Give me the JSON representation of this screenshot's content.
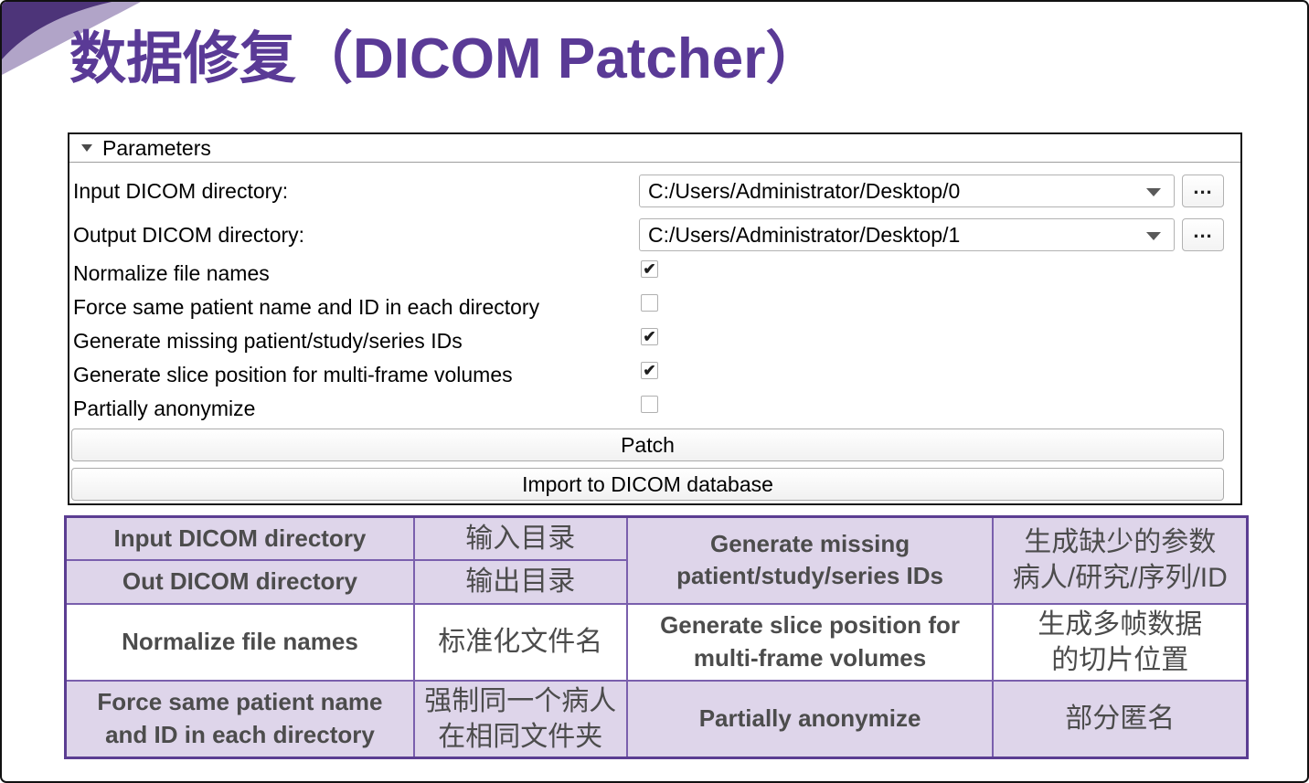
{
  "title": {
    "chinese": "数据修复（",
    "english": "DICOM Patcher",
    "close_paren": "）"
  },
  "colors": {
    "accent_purple": "#5a3a96",
    "swoosh_dark": "#4d3479",
    "swoosh_light": "#b1a4c8",
    "table_fill_lavender": "#ded5ea",
    "table_border_inner": "#7a5fad",
    "table_border_outer": "#5b3d92",
    "table_text_gray": "#4c4c4c"
  },
  "panel": {
    "header": "Parameters",
    "collapse_icon": "triangle-down",
    "fields": [
      {
        "label": "Input DICOM directory:",
        "value": "C:/Users/Administrator/Desktop/0",
        "browse": "..."
      },
      {
        "label": "Output DICOM directory:",
        "value": "C:/Users/Administrator/Desktop/1",
        "browse": "..."
      }
    ],
    "checkboxes": [
      {
        "label": "Normalize file names",
        "checked": true,
        "mark": "✔"
      },
      {
        "label": "Force same patient name and ID in each directory",
        "checked": false,
        "mark": ""
      },
      {
        "label": "Generate missing patient/study/series IDs",
        "checked": true,
        "mark": "✔"
      },
      {
        "label": "Generate slice position for multi-frame volumes",
        "checked": true,
        "mark": "✔"
      },
      {
        "label": "Partially anonymize",
        "checked": false,
        "mark": ""
      }
    ],
    "buttons": [
      {
        "label": "Patch"
      },
      {
        "label": "Import to DICOM database"
      }
    ]
  },
  "table": {
    "cells": {
      "input_en": "Input DICOM directory",
      "input_cn": "输入目录",
      "out_en": "Out DICOM directory",
      "out_cn": "输出目录",
      "gen_missing_en": "Generate missing\npatient/study/series IDs",
      "gen_missing_cn": "生成缺少的参数\n病人/研究/序列/ID",
      "normalize_en": "Normalize file names",
      "normalize_cn": "标准化文件名",
      "gen_slice_en": "Generate slice position for\nmulti-frame volumes",
      "gen_slice_cn": "生成多帧数据\n的切片位置",
      "force_en": "Force same patient name\nand ID in each directory",
      "force_cn": "强制同一个病人\n在相同文件夹",
      "anon_en": "Partially anonymize",
      "anon_cn": "部分匿名"
    }
  }
}
